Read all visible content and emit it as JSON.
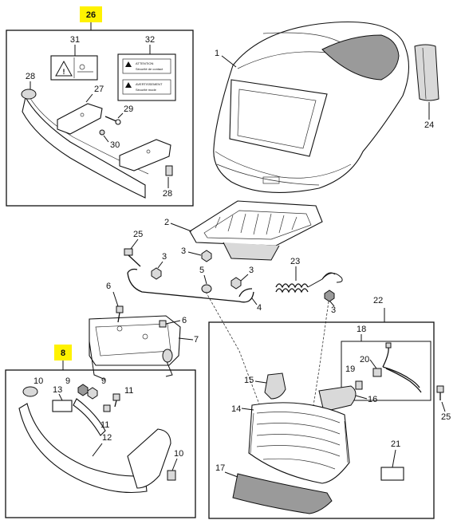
{
  "callouts": {
    "c1": "1",
    "c2": "2",
    "c3a": "3",
    "c3b": "3",
    "c3c": "3",
    "c3d": "3",
    "c4": "4",
    "c5": "5",
    "c6a": "6",
    "c6b": "6",
    "c7": "7",
    "c8": "8",
    "c9a": "9",
    "c9b": "9",
    "c10a": "10",
    "c10b": "10",
    "c11a": "11",
    "c11b": "11",
    "c12": "12",
    "c13": "13",
    "c14": "14",
    "c15": "15",
    "c16": "16",
    "c17": "17",
    "c18": "18",
    "c19": "19",
    "c20": "20",
    "c21": "21",
    "c22": "22",
    "c23": "23",
    "c24": "24",
    "c25a": "25",
    "c25b": "25",
    "c26": "26",
    "c27": "27",
    "c28a": "28",
    "c28b": "28",
    "c29": "29",
    "c30": "30",
    "c31": "31",
    "c32": "32"
  },
  "label32": {
    "line1": "ATTENTION",
    "line2": "Sécurité de contact",
    "line3": "AVERTISSEMENT",
    "line4": "Sécurité mode"
  },
  "colors": {
    "highlight": "#fff200",
    "ink": "#111111",
    "part_gray": "#d9d9d9"
  }
}
